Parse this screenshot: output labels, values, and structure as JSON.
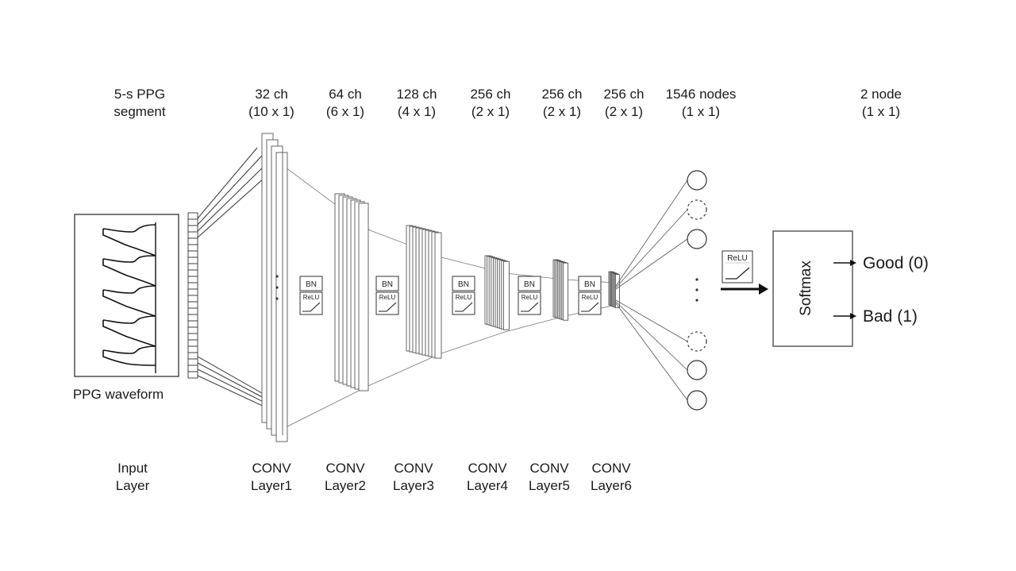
{
  "headers": {
    "input": [
      "5-s PPG",
      "segment"
    ],
    "conv1": [
      "32 ch",
      "(10 x 1)"
    ],
    "conv2": [
      "64 ch",
      "(6 x 1)"
    ],
    "conv3": [
      "128 ch",
      "(4 x 1)"
    ],
    "conv4": [
      "256 ch",
      "(2 x 1)"
    ],
    "conv5": [
      "256 ch",
      "(2 x 1)"
    ],
    "conv6": [
      "256 ch",
      "(2 x 1)"
    ],
    "dense": [
      "1546 nodes",
      "(1 x 1)"
    ],
    "output": [
      "2 node",
      "(1 x 1)"
    ]
  },
  "layers": {
    "input": [
      "Input",
      "Layer"
    ],
    "conv1": [
      "CONV",
      "Layer1"
    ],
    "conv2": [
      "CONV",
      "Layer2"
    ],
    "conv3": [
      "CONV",
      "Layer3"
    ],
    "conv4": [
      "CONV",
      "Layer4"
    ],
    "conv5": [
      "CONV",
      "Layer5"
    ],
    "conv6": [
      "CONV",
      "Layer6"
    ]
  },
  "waveform_label": "PPG waveform",
  "bn_label": "BN",
  "relu_label": "ReLU",
  "softmax_label": "Softmax",
  "outputs": [
    "Good (0)",
    "Bad (1)"
  ],
  "dots": "·\n·\n·",
  "colors": {
    "line": "#333333",
    "thin": "#555555",
    "bg": "#ffffff"
  }
}
